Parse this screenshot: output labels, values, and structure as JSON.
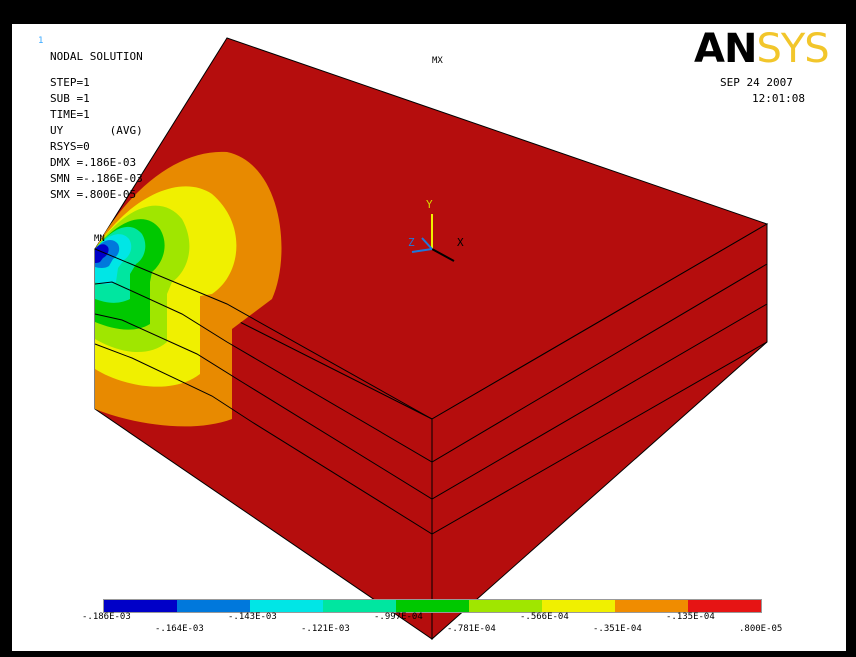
{
  "window": {
    "window_number": "1"
  },
  "info": {
    "title": "NODAL SOLUTION",
    "step": "STEP=1",
    "sub": "SUB =1",
    "time": "TIME=1",
    "result": "UY       (AVG)",
    "rsys": "RSYS=0",
    "dmx": "DMX =.186E-03",
    "smn": "SMN =-.186E-03",
    "smx": "SMX =.800E-05"
  },
  "logo": {
    "part1": "AN",
    "part2": "SYS"
  },
  "date": "SEP 24 2007",
  "clock": "12:01:08",
  "markers": {
    "mx": "MX",
    "mn": "MN"
  },
  "triad": {
    "x": "X",
    "y": "Y",
    "z": "Z"
  },
  "legend": {
    "colors": [
      "#0000c8",
      "#0078dc",
      "#00e6e6",
      "#00e6a0",
      "#00c800",
      "#a0e600",
      "#f0f000",
      "#f08c00",
      "#e61414"
    ],
    "labels": [
      "-.186E-03",
      "-.164E-03",
      "-.143E-03",
      "-.121E-03",
      "-.997E-04",
      "-.781E-04",
      "-.566E-04",
      "-.351E-04",
      "-.135E-04",
      ".800E-05"
    ]
  },
  "colors": {
    "background": "#ffffff",
    "frame": "#000000",
    "field": "#b50d0d"
  }
}
